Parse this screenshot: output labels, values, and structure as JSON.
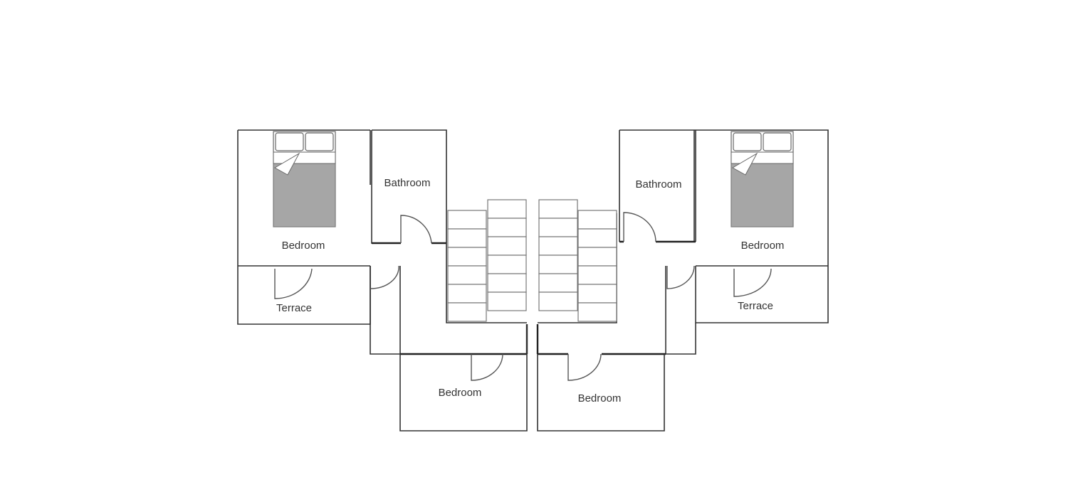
{
  "floor_plan": {
    "rooms": {
      "bedroom_left_main": "Bedroom",
      "bathroom_left": "Bathroom",
      "terrace_left": "Terrace",
      "bedroom_left_bottom": "Bedroom",
      "bedroom_right_bottom": "Bedroom",
      "bathroom_right": "Bathroom",
      "bedroom_right_main": "Bedroom",
      "terrace_right": "Terrace"
    },
    "colors": {
      "walls": "#333333",
      "bed_sheet": "#a6a6a6",
      "background": "#ffffff"
    }
  }
}
